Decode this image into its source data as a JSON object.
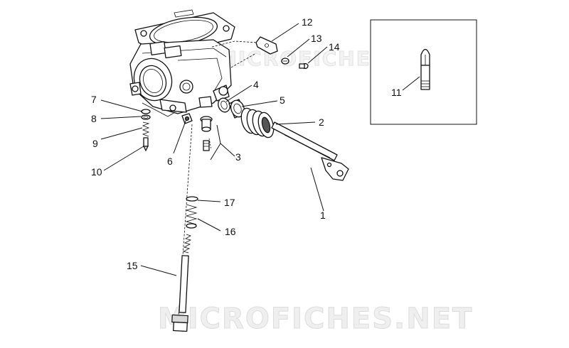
{
  "watermarks": {
    "bottom": "MICROFICHES.NET",
    "top": "MICROFICHES.NET"
  },
  "callouts": [
    {
      "id": "c1",
      "text": "1"
    },
    {
      "id": "c2",
      "text": "2"
    },
    {
      "id": "c3",
      "text": "3"
    },
    {
      "id": "c4",
      "text": "4"
    },
    {
      "id": "c5",
      "text": "5"
    },
    {
      "id": "c6",
      "text": "6"
    },
    {
      "id": "c7",
      "text": "7"
    },
    {
      "id": "c8",
      "text": "8"
    },
    {
      "id": "c9",
      "text": "9"
    },
    {
      "id": "c10",
      "text": "10"
    },
    {
      "id": "c11",
      "text": "11"
    },
    {
      "id": "c12",
      "text": "12"
    },
    {
      "id": "c13",
      "text": "13"
    },
    {
      "id": "c14",
      "text": "14"
    },
    {
      "id": "c15",
      "text": "15"
    },
    {
      "id": "c16",
      "text": "16"
    },
    {
      "id": "c17",
      "text": "17"
    }
  ]
}
